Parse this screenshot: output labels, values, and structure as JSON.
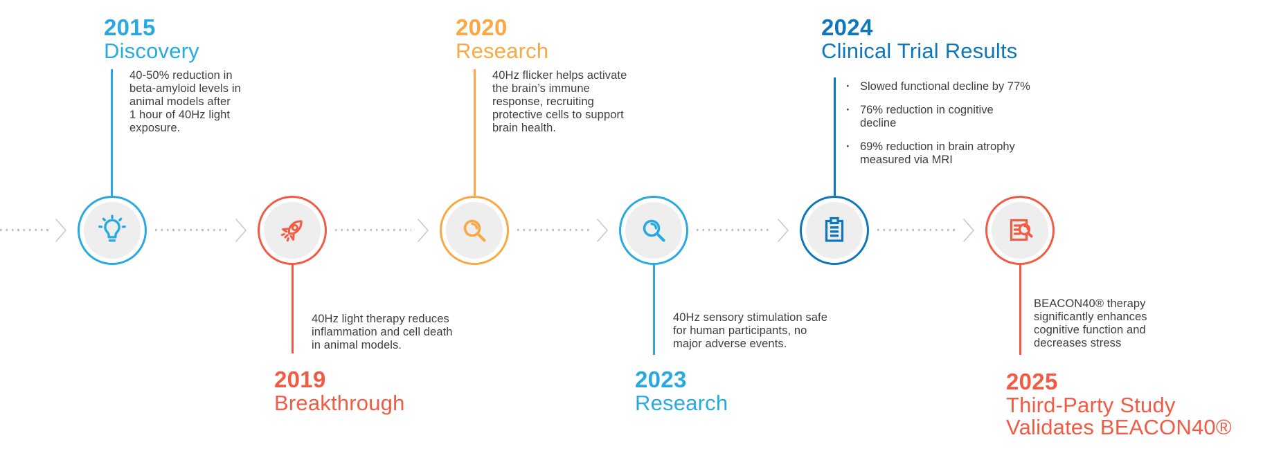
{
  "palette": {
    "light_blue": "#29A9E1",
    "dark_blue": "#0E76BD",
    "orange": "#F25B43",
    "amber": "#F9A843",
    "body_text": "#3E3E3E",
    "dotted_line": "#BDBDBD",
    "circle_fill": "#EEEEEE"
  },
  "milestones": [
    {
      "year": "2015",
      "title": "Discovery",
      "color": "#29A9E1",
      "icon": "lightbulb-icon",
      "body_lines": [
        "40-50% reduction in",
        "beta-amyloid levels in",
        "animal models after",
        "1 hour of 40Hz light",
        "exposure."
      ]
    },
    {
      "year": "2019",
      "title": "Breakthrough",
      "color": "#F25B43",
      "icon": "rocket-icon",
      "body_lines": [
        "40Hz light therapy reduces",
        "inflammation and cell death",
        "in animal models."
      ]
    },
    {
      "year": "2020",
      "title": "Research",
      "color": "#F9A843",
      "icon": "magnifier-icon",
      "body_lines": [
        "40Hz flicker helps activate",
        "the brain’s immune",
        "response, recruiting",
        "protective cells to support",
        "brain health."
      ]
    },
    {
      "year": "2023",
      "title": "Research",
      "color": "#29A9E1",
      "icon": "magnifier-icon",
      "body_lines": [
        "40Hz sensory stimulation safe",
        "for human participants, no",
        "major adverse events."
      ]
    },
    {
      "year": "2024",
      "title": "Clinical Trial Results",
      "color": "#0E76BD",
      "icon": "clipboard-icon",
      "bullets": [
        [
          "Slowed functional decline by 77%"
        ],
        [
          "76% reduction in cognitive",
          "decline"
        ],
        [
          "69% reduction in brain atrophy",
          "measured via MRI"
        ]
      ]
    },
    {
      "year": "2025",
      "title_lines": [
        "Third-Party Study",
        "Validates BEACON40®"
      ],
      "color": "#F25B43",
      "icon": "document-search-icon",
      "body_lines": [
        "BEACON40® therapy",
        "significantly enhances",
        "cognitive function and",
        "decreases stress"
      ]
    }
  ]
}
